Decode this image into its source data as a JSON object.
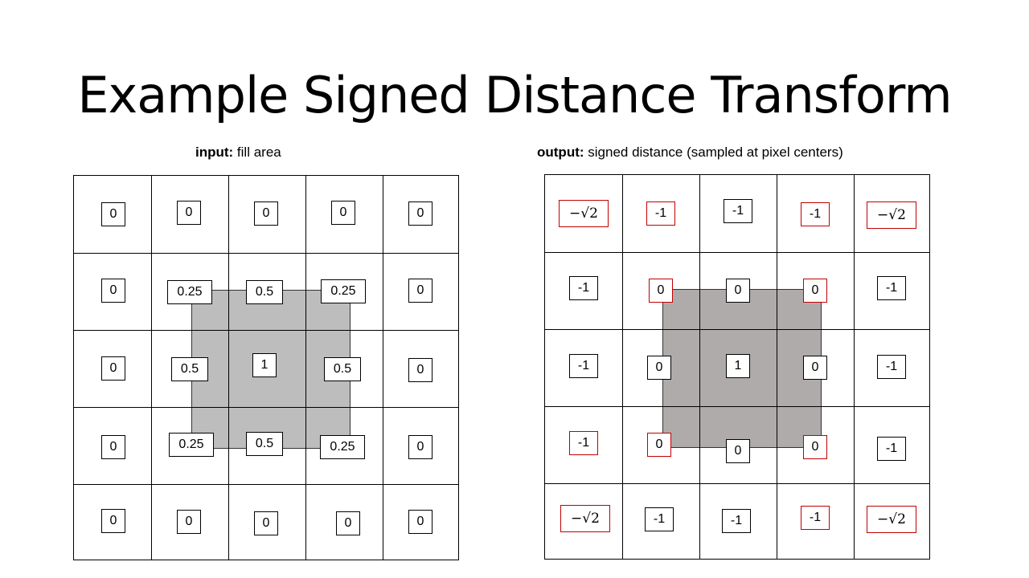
{
  "slide": {
    "title": "Example Signed Distance Transform",
    "input_caption": {
      "bold": "input:",
      "rest": " fill area"
    },
    "output_caption": {
      "bold": "output:",
      "rest": " signed distance (sampled at pixel centers)"
    }
  },
  "colors": {
    "outline_border": "#000000",
    "nonzero_negative_border": "#c00000",
    "input_fill": "#bdbdbd",
    "output_fill": "#afabab"
  },
  "input_grid": {
    "rows": [
      [
        "0",
        "0",
        "0",
        "0",
        "0"
      ],
      [
        "0",
        "0.25",
        "0.5",
        "0.25",
        "0"
      ],
      [
        "0",
        "0.5",
        "1",
        "0.5",
        "0"
      ],
      [
        "0",
        "0.25",
        "0.5",
        "0.25",
        "0"
      ],
      [
        "0",
        "0",
        "0",
        "0",
        "0"
      ]
    ]
  },
  "output_grid": {
    "rows": [
      [
        "−√2",
        "-1",
        "-1",
        "-1",
        "−√2"
      ],
      [
        "-1",
        "0",
        "0",
        "0",
        "-1"
      ],
      [
        "-1",
        "0",
        "1",
        "0",
        "-1"
      ],
      [
        "-1",
        "0",
        "0",
        "0",
        "-1"
      ],
      [
        "−√2",
        "-1",
        "-1",
        "-1",
        "−√2"
      ]
    ],
    "red_border": [
      [
        true,
        true,
        false,
        true,
        true
      ],
      [
        false,
        true,
        false,
        true,
        false
      ],
      [
        false,
        false,
        false,
        false,
        false
      ],
      [
        true,
        true,
        false,
        true,
        false
      ],
      [
        true,
        false,
        false,
        true,
        true
      ]
    ]
  }
}
